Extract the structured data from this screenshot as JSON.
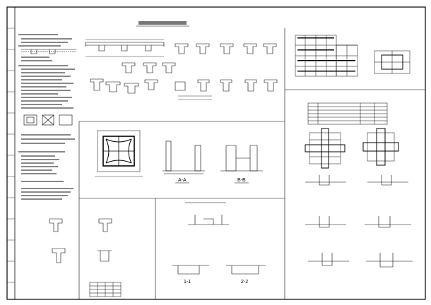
{
  "sections": {
    "a_a": "A-A",
    "b_b": "B-B",
    "one_one": "1-1",
    "two_two": "2-2"
  }
}
